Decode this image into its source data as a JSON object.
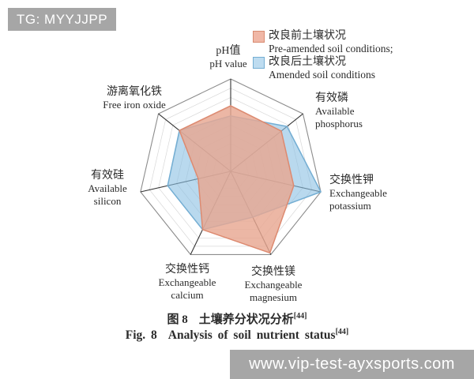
{
  "watermark_top": {
    "text": "TG: MYYJJPP"
  },
  "watermark_bottom": {
    "text": "www.vip-test-ayxsports.com"
  },
  "legend": {
    "items": [
      {
        "zh": "改良前土壤状况",
        "en": "Pre-amended soil conditions;",
        "swatch_fill": "#f0b7a6",
        "swatch_border": "#d88b71"
      },
      {
        "zh": "改良后土壤状况",
        "en": "Amended soil conditions",
        "swatch_fill": "#bedcf0",
        "swatch_border": "#74aed3"
      }
    ]
  },
  "axes": [
    {
      "zh": "pH值",
      "en1": "pH value"
    },
    {
      "zh": "有效磷",
      "en1": "Available",
      "en2": "phosphorus"
    },
    {
      "zh": "交换性钾",
      "en1": "Exchangeable",
      "en2": "potassium"
    },
    {
      "zh": "交换性镁",
      "en1": "Exchangeable",
      "en2": "magnesium"
    },
    {
      "zh": "交换性钙",
      "en1": "Exchangeable",
      "en2": "calcium"
    },
    {
      "zh": "有效硅",
      "en1": "Available",
      "en2": "silicon"
    },
    {
      "zh": "游离氧化铁",
      "en1": "Free iron oxide"
    }
  ],
  "caption": {
    "zh_prefix": "图 8",
    "zh_title": "土壤养分状况分析",
    "en_prefix": "Fig. 8",
    "en_title": "Analysis of soil nutrient status",
    "ref": "[44]"
  },
  "chart_data": {
    "type": "radar",
    "title_zh": "土壤养分状况分析",
    "title_en": "Analysis of soil nutrient status",
    "categories": [
      "pH值 (pH value)",
      "有效磷 (Available phosphorus)",
      "交换性钾 (Exchangeable potassium)",
      "交换性镁 (Exchangeable magnesium)",
      "交换性钙 (Exchangeable calcium)",
      "有效硅 (Available silicon)",
      "游离氧化铁 (Free iron oxide)"
    ],
    "axes_arrangement": "7 axes clockwise from top",
    "value_scale": "fraction of axis length 0-1 (chart shows no numeric tick labels)",
    "series": [
      {
        "name": "改良前土壤状况 / Pre-amended soil conditions",
        "values": [
          0.71,
          0.7,
          0.7,
          0.98,
          0.7,
          0.36,
          0.71
        ],
        "fill": "#e8a791",
        "fill_opacity": 0.82,
        "stroke": "#dd8a70"
      },
      {
        "name": "改良后土壤状况 / Amended soil conditions",
        "values": [
          0.6,
          0.78,
          1.0,
          0.55,
          0.7,
          0.7,
          0.71
        ],
        "fill": "#8abfe3",
        "fill_opacity": 0.6,
        "stroke": "#74aed3"
      }
    ],
    "grid": {
      "rings": 10,
      "ring_color": "#d8d8d8",
      "outer_color": "#8c8c8c",
      "spoke_color": "#333333"
    },
    "legend_position": "top-right"
  }
}
